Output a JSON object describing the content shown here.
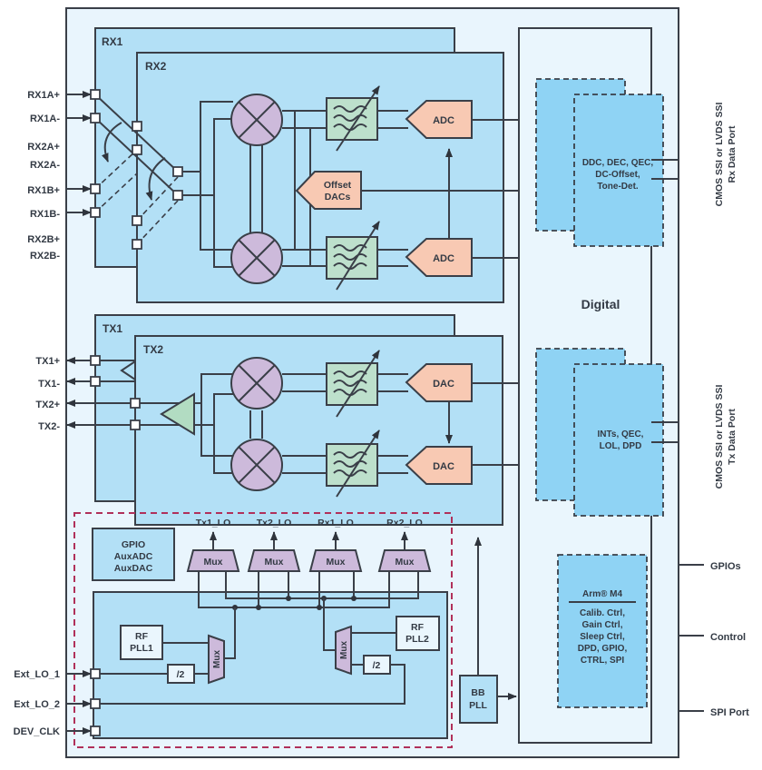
{
  "diagram": {
    "title": "RF Transceiver Functional Block Diagram",
    "colors": {
      "chip_background": "#e9f5fd",
      "channel_block": "#b3e0f6",
      "dsp_block": "#8fd3f4",
      "mixer": "#cdbadb",
      "filter": "#bde0cc",
      "converter": "#f8c9b3",
      "lo_boundary": "#b0305a",
      "line": "#3a3f48"
    },
    "rx": {
      "rx1_label": "RX1",
      "rx2_label": "RX2",
      "pins": [
        "RX1A+",
        "RX1A-",
        "RX2A+",
        "RX2A-",
        "RX1B+",
        "RX1B-",
        "RX2B+",
        "RX2B-"
      ],
      "adc_top": "ADC",
      "adc_bottom": "ADC",
      "offset_dacs": [
        "Offset",
        "DACs"
      ]
    },
    "tx": {
      "tx1_label": "TX1",
      "tx2_label": "TX2",
      "pins": [
        "TX1+",
        "TX1-",
        "TX2+",
        "TX2-"
      ],
      "dac_top": "DAC",
      "dac_bottom": "DAC"
    },
    "digital": {
      "label": "Digital",
      "rx_dsp": [
        "DDC, DEC, QEC,",
        "DC-Offset,",
        "Tone-Det."
      ],
      "tx_dsp": [
        "INTs, QEC,",
        "LOL, DPD"
      ],
      "arm_title": "Arm® M4",
      "arm_functions": [
        "Calib. Ctrl,",
        "Gain Ctrl,",
        "Sleep Ctrl,",
        "DPD, GPIO,",
        "CTRL, SPI"
      ]
    },
    "ports": {
      "rx_port": [
        "CMOS SSI or LVDS SSI",
        "Rx Data Port"
      ],
      "tx_port": [
        "CMOS SSI or LVDS SSI",
        "Tx Data Port"
      ],
      "gpios": "GPIOs",
      "control": "Control",
      "spi": "SPI Port"
    },
    "lo": {
      "gpio_block": [
        "GPIO",
        "AuxADC",
        "AuxDAC"
      ],
      "outputs": [
        "Tx1_LO",
        "Tx2_LO",
        "Rx1_LO",
        "Rx2_LO"
      ],
      "mux_label": "Mux",
      "rf_pll1": [
        "RF",
        "PLL1"
      ],
      "rf_pll2": [
        "RF",
        "PLL2"
      ],
      "divider": "/2",
      "bb_pll": [
        "BB",
        "PLL"
      ],
      "inputs": [
        "Ext_LO_1",
        "Ext_LO_2",
        "DEV_CLK"
      ]
    }
  }
}
